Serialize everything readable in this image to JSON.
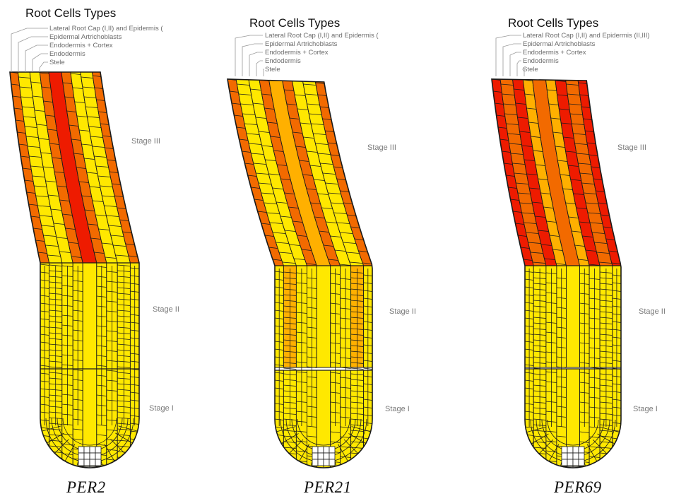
{
  "colors": {
    "low": "#ffe800",
    "mid": "#ffb000",
    "midhigh": "#f26a00",
    "high": "#ee1b00",
    "outline": "#1a1a1a",
    "leader": "#9a9a9a"
  },
  "panels": [
    {
      "title": "Root Cells Types",
      "legend": [
        "Lateral Root Cap (I,II) and Epidermis (",
        "Epidermal Artrichoblasts",
        "Endodermis + Cortex",
        "Endodermis",
        "Stele"
      ],
      "stages": [
        "Stage III",
        "Stage II",
        "Stage I"
      ],
      "gene": "PER2",
      "expression": {
        "stage_III": {
          "cap_epidermis": "midhigh",
          "artrichoblasts": "low",
          "cortex": "low",
          "endodermis": "midhigh",
          "stele": "high"
        },
        "stage_II": {
          "cap_epidermis": "low",
          "artrichoblasts": "low",
          "cortex": "low",
          "endodermis": "low",
          "stele": "low"
        },
        "stage_I": {
          "cap_epidermis": "low",
          "artrichoblasts": "low",
          "cortex": "low",
          "endodermis": "low",
          "stele": "low"
        }
      }
    },
    {
      "title": "Root Cells Types",
      "legend": [
        "Lateral Root Cap (I,II) and Epidermis (",
        "Epidermal Artrichoblasts",
        "Endodermis + Cortex",
        "Endodermis",
        "Stele"
      ],
      "stages": [
        "Stage III",
        "Stage II",
        "Stage I"
      ],
      "gene": "PER21",
      "expression": {
        "stage_III": {
          "cap_epidermis": "midhigh",
          "artrichoblasts": "low",
          "cortex": "low",
          "endodermis": "midhigh",
          "stele": "mid"
        },
        "stage_II": {
          "cap_epidermis": "low",
          "artrichoblasts": "mid",
          "cortex": "low",
          "endodermis": "low",
          "stele": "low"
        },
        "stage_I": {
          "cap_epidermis": "low",
          "artrichoblasts": "low",
          "cortex": "low",
          "endodermis": "low",
          "stele": "low"
        }
      }
    },
    {
      "title": "Root Cells Types",
      "legend": [
        "Lateral Root Cap (I,II) and Epidermis (II,III)",
        "Epidermal Artrichoblasts",
        "Endodermis + Cortex",
        "Endodermis",
        "Stele"
      ],
      "stages": [
        "Stage III",
        "Stage II",
        "Stage I"
      ],
      "gene": "PER69",
      "expression": {
        "stage_III": {
          "cap_epidermis": "high",
          "artrichoblasts": "midhigh",
          "cortex": "high",
          "endodermis": "mid",
          "stele": "midhigh"
        },
        "stage_II": {
          "cap_epidermis": "low",
          "artrichoblasts": "low",
          "cortex": "low",
          "endodermis": "low",
          "stele": "low"
        },
        "stage_I": {
          "cap_epidermis": "low",
          "artrichoblasts": "low",
          "cortex": "low",
          "endodermis": "low",
          "stele": "low"
        }
      }
    }
  ]
}
